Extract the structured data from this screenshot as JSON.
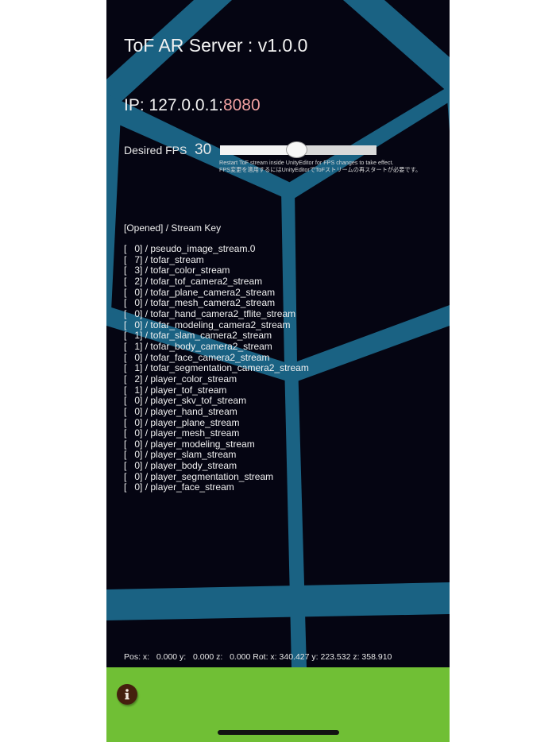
{
  "app": {
    "title": "ToF AR Server : v1.0.0",
    "ip_label": "IP: ",
    "ip_address": "127.0.0.1:",
    "port": "8080"
  },
  "fps": {
    "label": "Desired FPS",
    "value": "30",
    "slider_percent": 49,
    "note_en": "Restart ToF stream inside UnityEditor for FPS changes to take effect.",
    "note_ja": "FPS変更を適用するにはUnityEditorでToFストリームの再スタートが必要です。"
  },
  "streams": {
    "header": "[Opened] / Stream Key",
    "items": [
      {
        "count": "0",
        "key": "pseudo_image_stream.0"
      },
      {
        "count": "7",
        "key": "tofar_stream"
      },
      {
        "count": "3",
        "key": "tofar_color_stream"
      },
      {
        "count": "2",
        "key": "tofar_tof_camera2_stream"
      },
      {
        "count": "0",
        "key": "tofar_plane_camera2_stream"
      },
      {
        "count": "0",
        "key": "tofar_mesh_camera2_stream"
      },
      {
        "count": "0",
        "key": "tofar_hand_camera2_tflite_stream"
      },
      {
        "count": "0",
        "key": "tofar_modeling_camera2_stream"
      },
      {
        "count": "1",
        "key": "tofar_slam_camera2_stream"
      },
      {
        "count": "1",
        "key": "tofar_body_camera2_stream"
      },
      {
        "count": "0",
        "key": "tofar_face_camera2_stream"
      },
      {
        "count": "1",
        "key": "tofar_segmentation_camera2_stream"
      },
      {
        "count": "2",
        "key": "player_color_stream"
      },
      {
        "count": "1",
        "key": "player_tof_stream"
      },
      {
        "count": "0",
        "key": "player_skv_tof_stream"
      },
      {
        "count": "0",
        "key": "player_hand_stream"
      },
      {
        "count": "0",
        "key": "player_plane_stream"
      },
      {
        "count": "0",
        "key": "player_mesh_stream"
      },
      {
        "count": "0",
        "key": "player_modeling_stream"
      },
      {
        "count": "0",
        "key": "player_slam_stream"
      },
      {
        "count": "0",
        "key": "player_body_stream"
      },
      {
        "count": "0",
        "key": "player_segmentation_stream"
      },
      {
        "count": "0",
        "key": "player_face_stream"
      }
    ]
  },
  "pose": {
    "text": "Pos: x:   0.000 y:   0.000 z:   0.000 Rot: x: 340.427 y: 223.532 z: 358.910"
  },
  "bottom_bar": {
    "info_icon": "info-icon"
  },
  "colors": {
    "background": "#050512",
    "grid_lines": "#1a6283",
    "port": "#f0a0a0",
    "bottom_bar": "#70bf35",
    "info_button": "#45200e"
  }
}
